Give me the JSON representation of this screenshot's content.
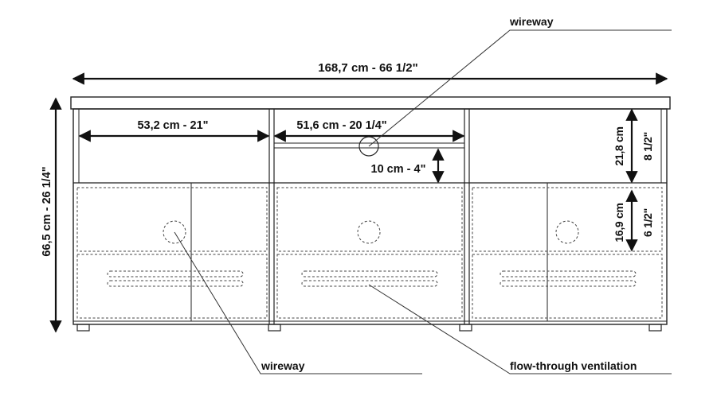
{
  "dimensions": {
    "overall_width": "168,7 cm - 66 1/2\"",
    "overall_height": "66,5 cm - 26 1/4\"",
    "left_opening": "53,2 cm - 21\"",
    "center_opening": "51,6 cm - 20 1/4\"",
    "shelf_gap": "10 cm - 4\"",
    "upper_height_cm": "21,8 cm",
    "upper_height_in": "8 1/2\"",
    "lower_height_cm": "16,9 cm",
    "lower_height_in": "6 1/2\""
  },
  "callouts": {
    "wireway_top": "wireway",
    "wireway_bottom": "wireway",
    "ventilation": "flow-through ventilation"
  }
}
